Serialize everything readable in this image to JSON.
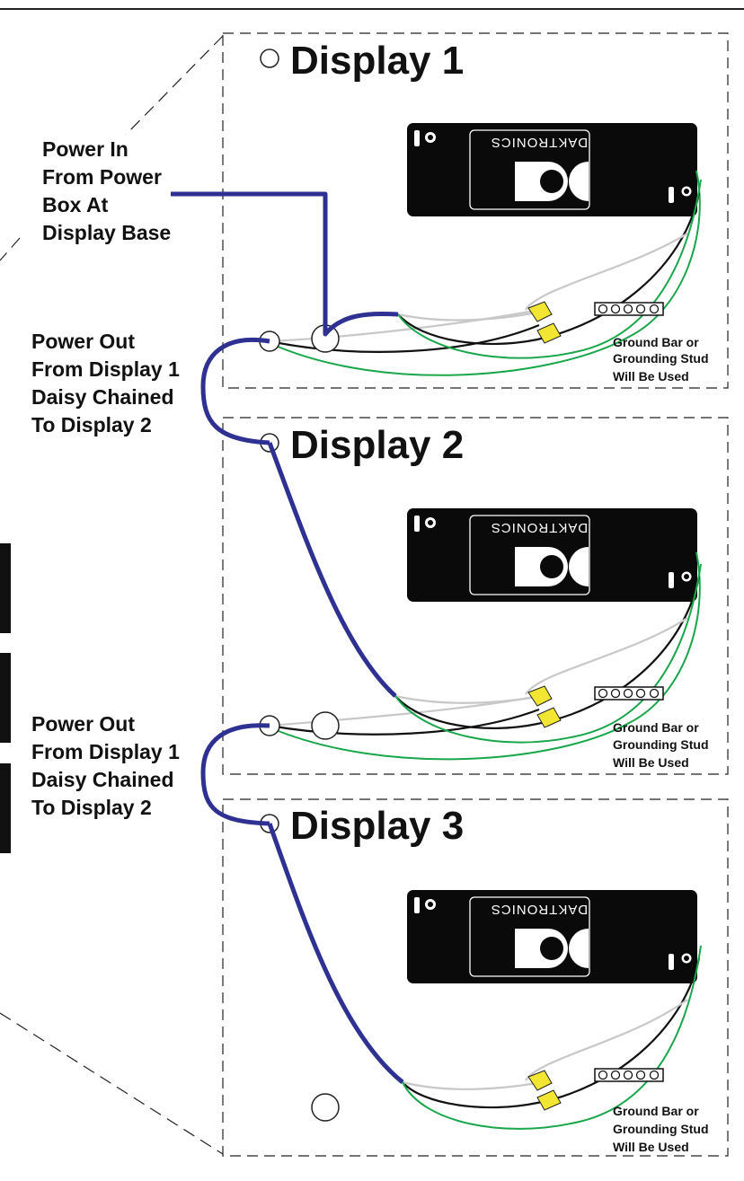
{
  "displays": [
    {
      "title": "Display 1",
      "brand": "DAKTRONICS",
      "ground_note": [
        "Ground Bar or",
        "Grounding Stud",
        "Will Be Used"
      ]
    },
    {
      "title": "Display 2",
      "brand": "DAKTRONICS",
      "ground_note": [
        "Ground Bar or",
        "Grounding Stud",
        "Will Be Used"
      ]
    },
    {
      "title": "Display 3",
      "brand": "DAKTRONICS",
      "ground_note": [
        "Ground Bar or",
        "Grounding Stud",
        "Will Be Used"
      ]
    }
  ],
  "callouts": {
    "power_in": [
      "Power In",
      "From Power",
      "Box At",
      "Display Base"
    ],
    "power_out_1": [
      "Power Out",
      "From Display 1",
      "Daisy Chained",
      "To Display 2"
    ],
    "power_out_2": [
      "Power Out",
      "From Display 1",
      "Daisy Chained",
      "To Display 2"
    ]
  },
  "colors": {
    "power_cable": "#2e3192",
    "black_wire": "#111111",
    "white_wire": "#c8c8c8",
    "ground_wire": "#1aa64b",
    "wire_nut": "#f2e632",
    "panel_fill": "#0a0a0a"
  }
}
